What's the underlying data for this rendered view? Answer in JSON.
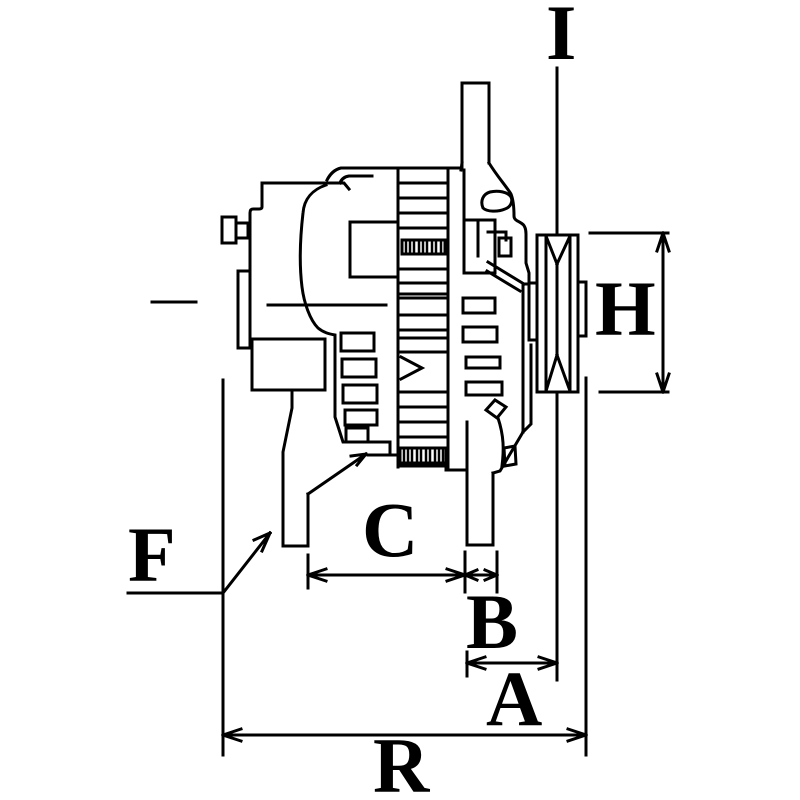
{
  "diagram": {
    "type": "technical-dimension-drawing",
    "subject": "alternator side view",
    "labels": {
      "I": "I",
      "H": "H",
      "C": "C",
      "B": "B",
      "A": "A",
      "R": "R",
      "F": "F"
    }
  }
}
